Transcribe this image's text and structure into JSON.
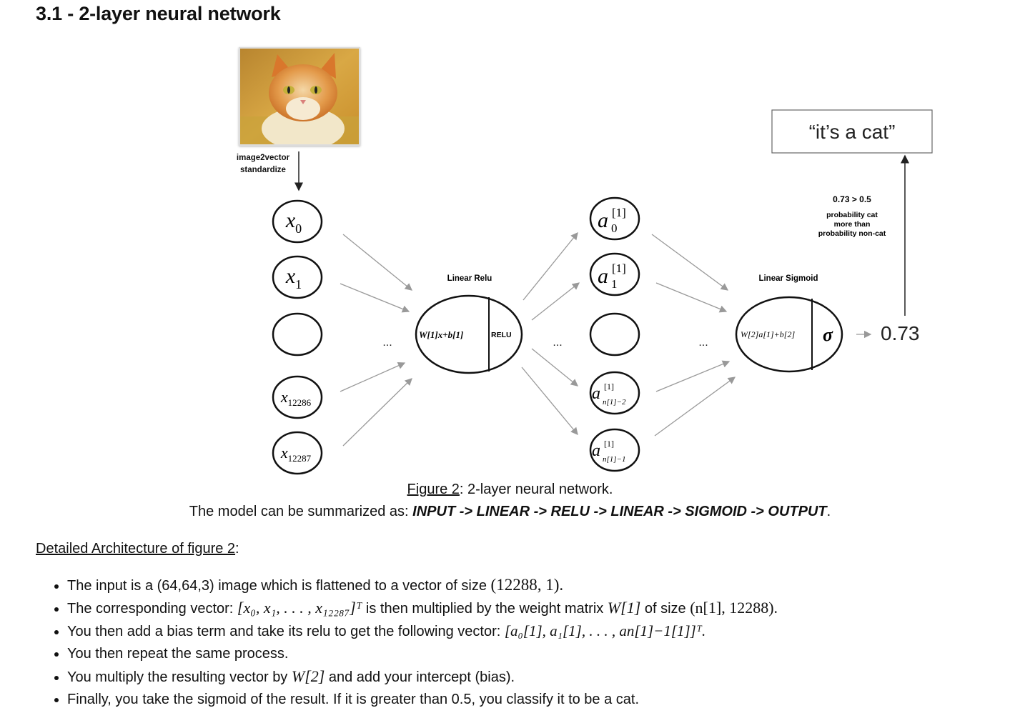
{
  "heading": "3.1 - 2-layer neural network",
  "figure": {
    "preprocess_label_1": "image2vector",
    "preprocess_label_2": "standardize",
    "input_nodes": [
      "x",
      "x",
      "",
      "x",
      "x"
    ],
    "input_subscripts": [
      "0",
      "1",
      "",
      "12286",
      "12287"
    ],
    "hidden_nodes_base": "a",
    "hidden_superscript": "[1]",
    "hidden_subscripts": [
      "0",
      "1",
      "",
      "n[1]−2",
      "n[1]−1"
    ],
    "ellipsis": "...",
    "layer1_title": "Linear Relu",
    "layer1_formula": "W[1]x+b[1]",
    "layer1_activation": "RELU",
    "layer2_title": "Linear Sigmoid",
    "layer2_formula": "W[2]a[1]+b[2]",
    "layer2_activation": "σ",
    "output_value": "0.73",
    "decision_line_1": "0.73 > 0.5",
    "decision_line_2": "probability cat",
    "decision_line_3": "more than",
    "decision_line_4": "probability non-cat",
    "result_box": "“it’s a cat”",
    "image_icon": "cat-photo"
  },
  "caption": {
    "figure_link": "Figure 2",
    "figure_text": ": 2-layer neural network.",
    "summary_prefix": "The model can be summarized as: ",
    "summary_bold": "INPUT -> LINEAR -> RELU -> LINEAR -> SIGMOID -> OUTPUT",
    "summary_suffix": "."
  },
  "details": {
    "title_link": "Detailed Architecture of figure 2",
    "title_suffix": ":",
    "bullets": {
      "b1_text": "The input is a (64,64,3) image which is flattened to a vector of size ",
      "b1_math": "(12288, 1).",
      "b2_text1": "The corresponding vector: ",
      "b2_math1": "[x₀, x₁, . . . , x₁₂₂₈₇]ᵀ",
      "b2_text2": " is then multiplied by the weight matrix ",
      "b2_math2": "W[1]",
      "b2_text3": " of size ",
      "b2_math3": "(n[1], 12288).",
      "b3_text": "You then add a bias term and take its relu to get the following vector: ",
      "b3_math": "[a₀[1], a₁[1], . . . , an[1]−1[1]]ᵀ.",
      "b4_text": "You then repeat the same process.",
      "b5_text1": "You multiply the resulting vector by ",
      "b5_math": "W[2]",
      "b5_text2": " and add your intercept (bias).",
      "b6_text": "Finally, you take the sigmoid of the result. If it is greater than 0.5, you classify it to be a cat."
    }
  }
}
